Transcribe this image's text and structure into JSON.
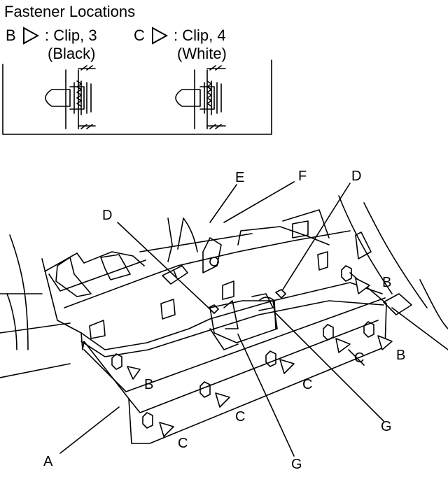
{
  "legend": {
    "title": "Fastener Locations",
    "clips": [
      {
        "letter": "B",
        "description": ": Clip, 3",
        "color": "(Black)"
      },
      {
        "letter": "C",
        "description": ": Clip, 4",
        "color": "(White)"
      }
    ]
  },
  "callouts": {
    "A": "A",
    "B1": "B",
    "B2": "B",
    "B3": "B",
    "C1": "C",
    "C2": "C",
    "C3": "C",
    "C4": "C",
    "D1": "D",
    "D2": "D",
    "E": "E",
    "F": "F",
    "G1": "G",
    "G2": "G"
  }
}
